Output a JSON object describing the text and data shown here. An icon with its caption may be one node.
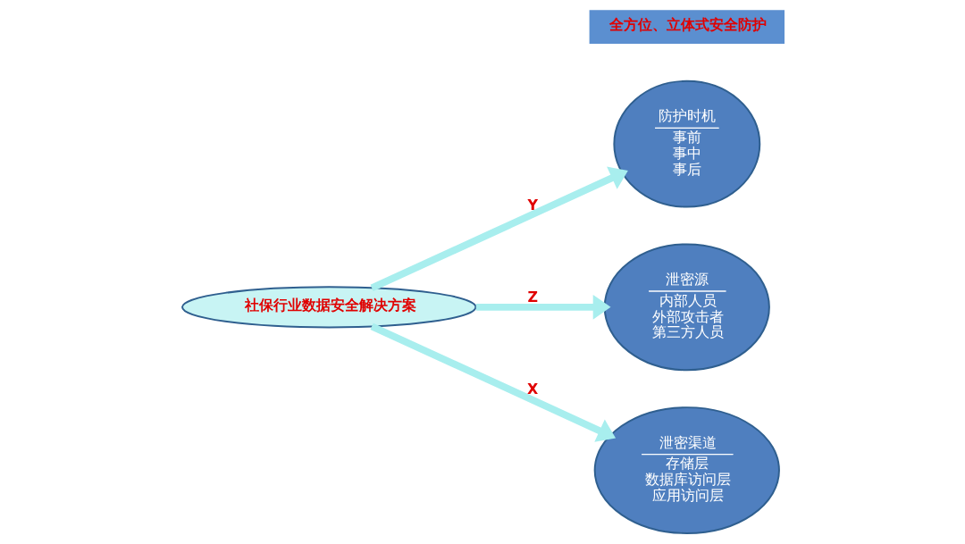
{
  "diagram": {
    "nodes": [
      {
        "text": [
          "社保行业数据安全解决方案"
        ]
      },
      {
        "text": [
          "防护时机",
          "事前",
          "事中",
          "事后"
        ]
      },
      {
        "text": [
          "泄密源",
          "内部人员",
          "外部攻击者",
          "第三方人员"
        ]
      },
      {
        "text": [
          "泄密渠道",
          "存储层",
          "数据库访问层",
          "应用访问层"
        ]
      },
      {
        "text": [
          "全方位、立体式安全防护"
        ]
      }
    ],
    "edges": [
      {
        "from": 0,
        "to": 1,
        "arrow": "to",
        "label": "Y"
      },
      {
        "from": 0,
        "to": 2,
        "arrow": "to",
        "label": "Z"
      },
      {
        "from": 0,
        "to": 3,
        "arrow": "to",
        "label": "X"
      }
    ]
  }
}
